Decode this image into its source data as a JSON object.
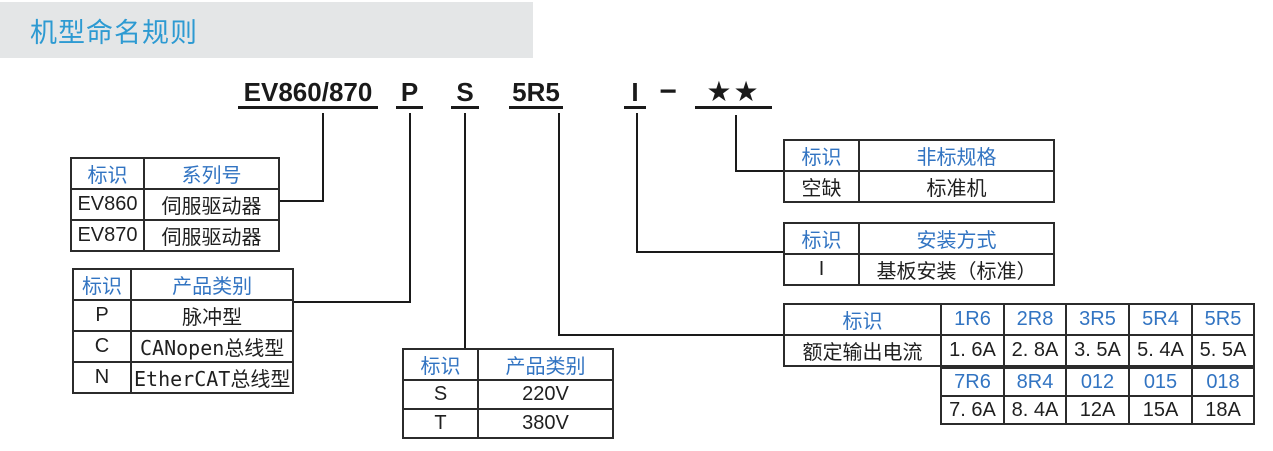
{
  "title": "机型命名规则",
  "code": {
    "segments": [
      {
        "text": "EV860/870",
        "underline": true
      },
      {
        "text": "P",
        "underline": true
      },
      {
        "text": "S",
        "underline": true
      },
      {
        "text": "5R5",
        "underline": true
      },
      {
        "text": "I",
        "underline": true
      },
      {
        "text": "−",
        "underline": false
      },
      {
        "text": "★★",
        "underline": true
      }
    ]
  },
  "tables": {
    "series": {
      "cells": [
        [
          "标识",
          "系列号"
        ],
        [
          "EV860",
          "伺服驱动器"
        ],
        [
          "EV870",
          "伺服驱动器"
        ]
      ]
    },
    "product_type": {
      "cells": [
        [
          "标识",
          "产品类别"
        ],
        [
          "P",
          "脉冲型"
        ],
        [
          "C",
          "CANopen总线型"
        ],
        [
          "N",
          "EtherCAT总线型"
        ]
      ]
    },
    "voltage": {
      "cells": [
        [
          "标识",
          "产品类别"
        ],
        [
          "S",
          "220V"
        ],
        [
          "T",
          "380V"
        ]
      ]
    },
    "nonstandard": {
      "cells": [
        [
          "标识",
          "非标规格"
        ],
        [
          "空缺",
          "标准机"
        ]
      ]
    },
    "mounting": {
      "cells": [
        [
          "标识",
          "安装方式"
        ],
        [
          "I",
          "基板安装（标准）"
        ]
      ]
    },
    "current_top": {
      "cells": [
        [
          "标识",
          "1R6",
          "2R8",
          "3R5",
          "5R4",
          "5R5"
        ],
        [
          "额定输出电流",
          "1. 6A",
          "2. 8A",
          "3. 5A",
          "5. 4A",
          "5. 5A"
        ]
      ]
    },
    "current_bottom": {
      "cells": [
        [
          "7R6",
          "8R4",
          "012",
          "015",
          "018"
        ],
        [
          "7. 6A",
          "8. 4A",
          "12A",
          "15A",
          "18A"
        ]
      ]
    }
  },
  "colors": {
    "title_blue": "#2d9ad2",
    "table_header_blue": "#3274c2",
    "text_dark": "#1a1a1a",
    "title_bar_bg": "#e4e6e7",
    "border": "#2b2b2b"
  }
}
